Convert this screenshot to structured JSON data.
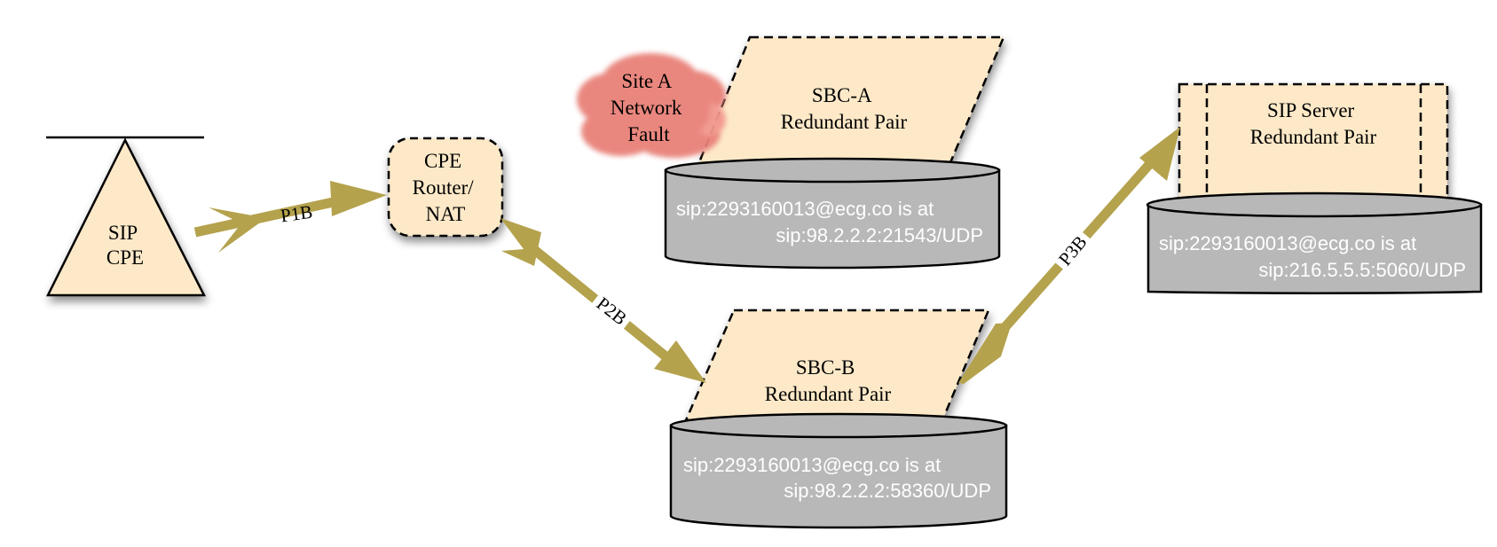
{
  "nodes": {
    "sip_cpe": {
      "lines": [
        "SIP",
        "CPE"
      ]
    },
    "cpe_router": {
      "lines": [
        "CPE",
        "Router/",
        "NAT"
      ]
    },
    "fault": {
      "lines": [
        "Site A",
        "Network",
        "Fault"
      ]
    },
    "sbc_a": {
      "lines": [
        "SBC-A",
        "Redundant Pair"
      ],
      "db_lines": [
        "sip:2293160013@ecg.co is at",
        "sip:98.2.2.2:21543/UDP"
      ]
    },
    "sbc_b": {
      "lines": [
        "SBC-B",
        "Redundant Pair"
      ],
      "db_lines": [
        "sip:2293160013@ecg.co is at",
        "sip:98.2.2.2:58360/UDP"
      ]
    },
    "sip_server": {
      "lines": [
        "SIP Server",
        "Redundant Pair"
      ],
      "db_lines": [
        "sip:2293160013@ecg.co is at",
        "sip:216.5.5.5:5060/UDP"
      ]
    }
  },
  "edges": {
    "p1b": "P1B",
    "p2b": "P2B",
    "p3b": "P3B"
  },
  "colors": {
    "node_fill": "#fde9c8",
    "database_fill": "#b8b8b8",
    "arrow": "#b4a24d",
    "fault_cloud": "#e88178"
  }
}
